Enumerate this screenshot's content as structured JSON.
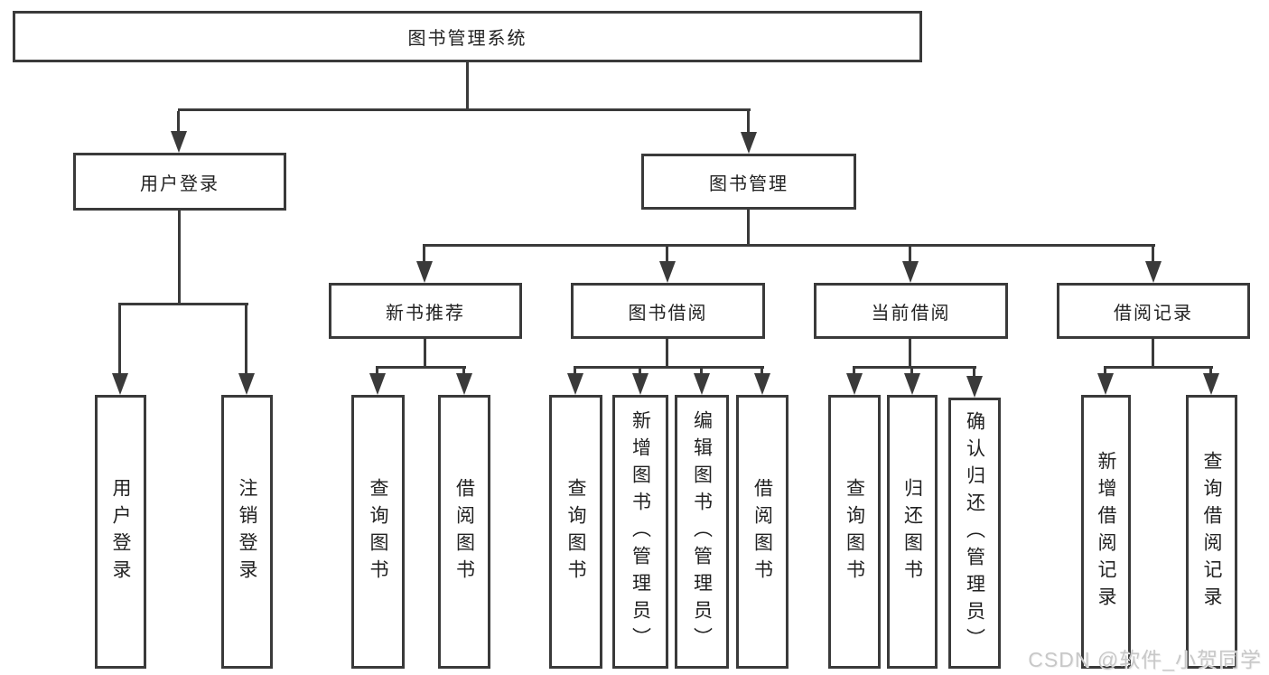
{
  "tree": {
    "label": "图书管理系统",
    "children": [
      {
        "label": "用户登录",
        "children": [
          {
            "label": "用户登录"
          },
          {
            "label": "注销登录"
          }
        ]
      },
      {
        "label": "图书管理",
        "children": [
          {
            "label": "新书推荐",
            "children": [
              {
                "label": "查询图书"
              },
              {
                "label": "借阅图书"
              }
            ]
          },
          {
            "label": "图书借阅",
            "children": [
              {
                "label": "查询图书"
              },
              {
                "label": "新增图书（管理员）"
              },
              {
                "label": "编辑图书（管理员）"
              },
              {
                "label": "借阅图书"
              }
            ]
          },
          {
            "label": "当前借阅",
            "children": [
              {
                "label": "查询图书"
              },
              {
                "label": "归还图书"
              },
              {
                "label": "确认归还（管理员）"
              }
            ]
          },
          {
            "label": "借阅记录",
            "children": [
              {
                "label": "新增借阅记录"
              },
              {
                "label": "查询借阅记录"
              }
            ]
          }
        ]
      }
    ]
  },
  "watermark": {
    "text": "CSDN @软件_小贺同学"
  },
  "colors": {
    "line": "#3a3a3a",
    "box_border": "#3a3a3a",
    "text": "#222222",
    "background": "#ffffff",
    "watermark": "#c8c8c8"
  }
}
